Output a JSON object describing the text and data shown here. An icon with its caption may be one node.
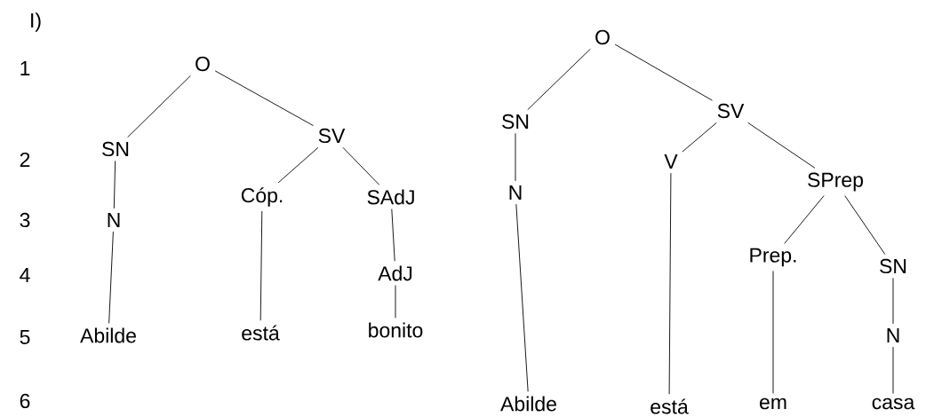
{
  "diagram": {
    "nodes": [
      {
        "text": [
          "O"
        ]
      },
      {
        "text": [
          "SN"
        ]
      },
      {
        "text": [
          "SV"
        ]
      },
      {
        "text": [
          "N"
        ]
      },
      {
        "text": [
          "Cóp."
        ]
      },
      {
        "text": [
          "SAdJ"
        ]
      },
      {
        "text": [
          "AdJ"
        ]
      },
      {
        "text": [
          "Abilde"
        ]
      },
      {
        "text": [
          "está"
        ]
      },
      {
        "text": [
          "bonito"
        ]
      },
      {
        "text": [
          "O"
        ]
      },
      {
        "text": [
          "SN"
        ]
      },
      {
        "text": [
          "SV"
        ]
      },
      {
        "text": [
          "N"
        ]
      },
      {
        "text": [
          "V"
        ]
      },
      {
        "text": [
          "SPrep"
        ]
      },
      {
        "text": [
          "Prep."
        ]
      },
      {
        "text": [
          "SN"
        ]
      },
      {
        "text": [
          "N"
        ]
      },
      {
        "text": [
          "Abilde"
        ]
      },
      {
        "text": [
          "está"
        ]
      },
      {
        "text": [
          "em"
        ]
      },
      {
        "text": [
          "casa"
        ]
      }
    ],
    "edges": [
      {
        "from": 0,
        "to": 1,
        "arrow": "none"
      },
      {
        "from": 0,
        "to": 2,
        "arrow": "none"
      },
      {
        "from": 1,
        "to": 3,
        "arrow": "none"
      },
      {
        "from": 2,
        "to": 4,
        "arrow": "none"
      },
      {
        "from": 2,
        "to": 5,
        "arrow": "none"
      },
      {
        "from": 3,
        "to": 7,
        "arrow": "none"
      },
      {
        "from": 4,
        "to": 8,
        "arrow": "none"
      },
      {
        "from": 5,
        "to": 6,
        "arrow": "none"
      },
      {
        "from": 6,
        "to": 9,
        "arrow": "none"
      },
      {
        "from": 10,
        "to": 11,
        "arrow": "none"
      },
      {
        "from": 10,
        "to": 12,
        "arrow": "none"
      },
      {
        "from": 11,
        "to": 13,
        "arrow": "none"
      },
      {
        "from": 12,
        "to": 14,
        "arrow": "none"
      },
      {
        "from": 12,
        "to": 15,
        "arrow": "none"
      },
      {
        "from": 13,
        "to": 19,
        "arrow": "none"
      },
      {
        "from": 14,
        "to": 20,
        "arrow": "none"
      },
      {
        "from": 15,
        "to": 16,
        "arrow": "none"
      },
      {
        "from": 15,
        "to": 17,
        "arrow": "none"
      },
      {
        "from": 16,
        "to": 21,
        "arrow": "none"
      },
      {
        "from": 17,
        "to": 18,
        "arrow": "none"
      },
      {
        "from": 18,
        "to": 22,
        "arrow": "none"
      }
    ],
    "labels": [
      "I)",
      "1",
      "2",
      "3",
      "4",
      "5",
      "6"
    ]
  }
}
